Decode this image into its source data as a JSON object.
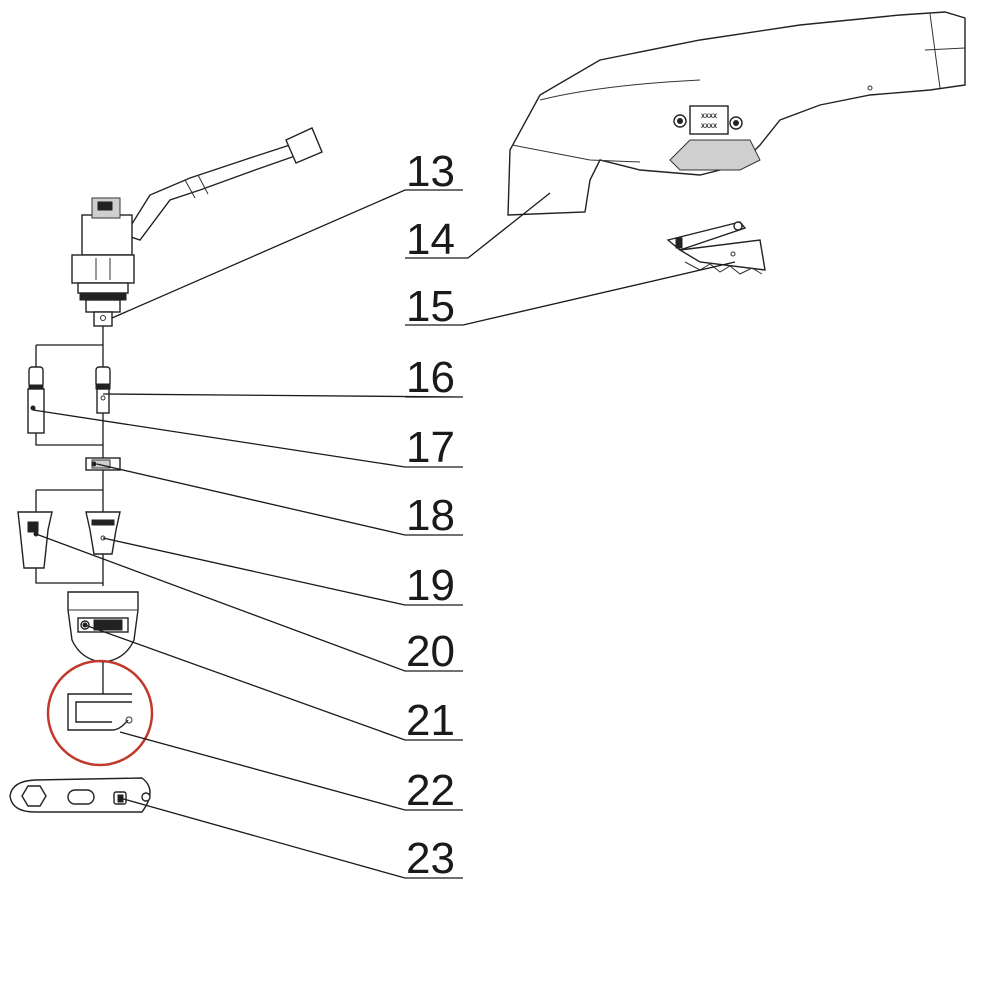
{
  "diagram": {
    "callouts": [
      {
        "id": "c13",
        "number": "13"
      },
      {
        "id": "c14",
        "number": "14"
      },
      {
        "id": "c15",
        "number": "15"
      },
      {
        "id": "c16",
        "number": "16"
      },
      {
        "id": "c17",
        "number": "17"
      },
      {
        "id": "c18",
        "number": "18"
      },
      {
        "id": "c19",
        "number": "19"
      },
      {
        "id": "c20",
        "number": "20"
      },
      {
        "id": "c21",
        "number": "21"
      },
      {
        "id": "c22",
        "number": "22"
      },
      {
        "id": "c23",
        "number": "23"
      }
    ],
    "colors": {
      "line": "#1a1a1a",
      "highlight_circle": "#c0392b",
      "background": "#ffffff"
    },
    "handle_label_lines": [
      "XXXX",
      "XXXX"
    ]
  }
}
